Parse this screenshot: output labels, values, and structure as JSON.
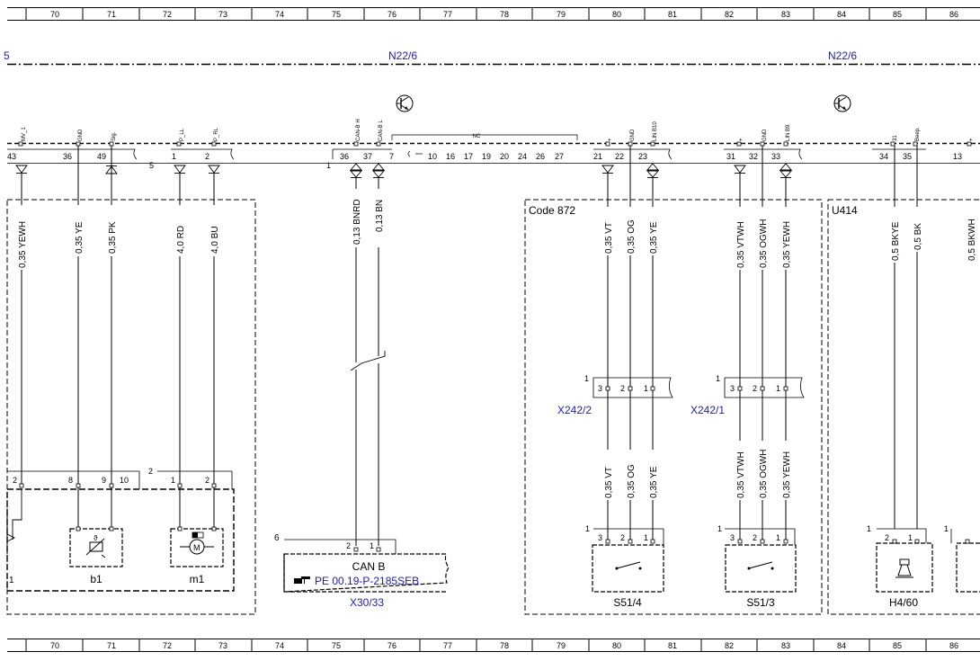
{
  "ruler_labels": [
    "70",
    "71",
    "72",
    "73",
    "74",
    "75",
    "76",
    "77",
    "78",
    "79",
    "80",
    "81",
    "82",
    "83",
    "84",
    "85",
    "86"
  ],
  "module_labels": {
    "left_fragment": "5",
    "first": "N22/6",
    "second": "N22/6"
  },
  "pin_names": [
    "MV_1",
    "GND",
    "Sig.",
    "P_LL",
    "P_RL",
    "CAN-B H",
    "CAN-B L",
    "NC",
    "+",
    "GND",
    "LIN B10",
    "+",
    "GND",
    "LIN B9",
    "31",
    "Beep.",
    "+"
  ],
  "pin_numbers": [
    "43",
    "36",
    "49",
    "5",
    "1",
    "2",
    "1",
    "36",
    "37",
    "7",
    "10",
    "16",
    "17",
    "19",
    "20",
    "24",
    "26",
    "27",
    "21",
    "22",
    "23",
    "31",
    "32",
    "33",
    "34",
    "35",
    "13"
  ],
  "wire_labels": [
    "0,35 YEWH",
    "0,35 YE",
    "0,35 PK",
    "4,0 RD",
    "4,0 BU",
    "0,13 BNRD",
    "0,13 BN",
    "0,35 VT",
    "0,35 OG",
    "0,35 YE",
    "0,35 VTWH",
    "0,35 OGWH",
    "0,35 YEWH",
    "0,5 BKYE",
    "0,5 BK",
    "0,5 BKWH",
    "0,35 VT",
    "0,35 OG",
    "0,35 YE",
    "0,35 VTWH",
    "0,35 OGWH",
    "0,35 YEWH"
  ],
  "boxes": {
    "code_872": "Code 872",
    "u414": "U414"
  },
  "connectors": {
    "x242_2": "X242/2",
    "x242_1": "X242/1",
    "x242_2_pins": [
      "1",
      "3",
      "2",
      "1"
    ],
    "x242_1_pins": [
      "1",
      "3",
      "2",
      "1"
    ]
  },
  "components": {
    "b1": "b1",
    "m1": "m1",
    "b1_pins": [
      "2",
      "8",
      "9",
      "10",
      "2",
      "1"
    ],
    "m1_pins": [
      "2",
      "1",
      "2"
    ],
    "left_edge_num": "1",
    "temp_symbol": "ϑ",
    "can_b": "CAN B",
    "can_ref": "PE 00.19-P-2185SEB",
    "can_connector": "X30/33",
    "can_pins": [
      "6",
      "2",
      "1"
    ],
    "s51_4": "S51/4",
    "s51_3": "S51/3",
    "s51_4_pins": [
      "1",
      "3",
      "2",
      "1"
    ],
    "s51_3_pins": [
      "1",
      "3",
      "2",
      "1"
    ],
    "h4_60": "H4/60",
    "h4_60_pins": [
      "1",
      "2",
      "1"
    ],
    "right_edge_num": "1"
  },
  "colors": {
    "ink": "#000000",
    "link_blue": "#1a1acc"
  },
  "icons": [
    "transistor-icon",
    "hand-pointer-icon",
    "temperature-sensor-icon",
    "motor-icon",
    "switch-icon",
    "horn-icon"
  ]
}
